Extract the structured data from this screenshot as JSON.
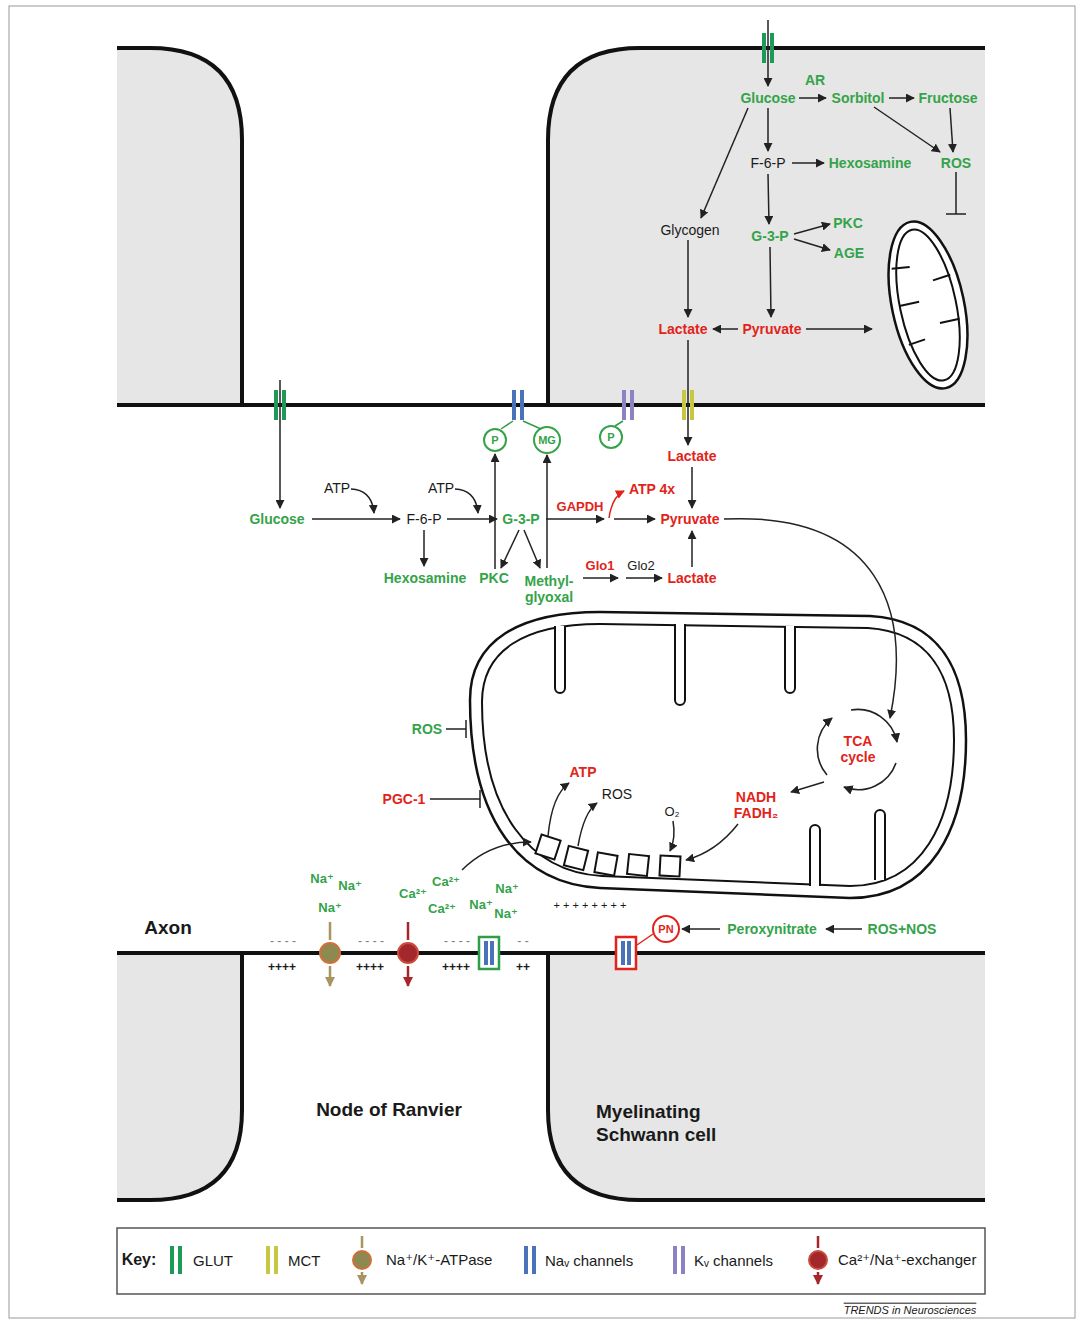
{
  "diagram": {
    "nodes": [
      {
        "text": [
          "Myelinating Schwann cell"
        ]
      },
      {
        "text": [
          "P"
        ]
      },
      {
        "text": [
          "MG"
        ]
      },
      {
        "text": [
          "P"
        ]
      },
      {
        "text": [
          "PN"
        ]
      }
    ],
    "labels": [
      "AR",
      "Glucose",
      "Sorbitol",
      "Fructose",
      "F-6-P",
      "Hexosamine",
      "ROS",
      "Glycogen",
      "G-3-P",
      "PKC",
      "AGE",
      "Lactate",
      "Pyruvate",
      "Lactate",
      "ATP",
      "ATP",
      "ATP 4x",
      "Glucose",
      "F-6-P",
      "G-3-P",
      "GAPDH",
      "Pyruvate",
      "Glo1",
      "Glo2",
      "Hexosamine",
      "PKC",
      "Methyl- glyoxal",
      "Lactate",
      "ROS",
      "TCA cycle",
      "ATP",
      "ROS",
      "PGC-1",
      "NADH FADH₂",
      "O₂",
      "Na⁺",
      "Na⁺",
      "Na⁺",
      "Ca²⁺",
      "Ca²⁺",
      "Ca²⁺",
      "Na⁺",
      "Na⁺",
      "Na⁺",
      "+ + + + + + + +",
      "Axon",
      "Peroxynitrate",
      "ROS+NOS",
      "- - - -",
      "- - - -",
      "- - - -",
      "- -",
      "++++",
      "++++",
      "++++",
      "++",
      "Node of Ranvier",
      "Key:",
      "TRENDS in Neurosciences"
    ],
    "legend": [
      {
        "text": "GLUT",
        "color": "#1e9a56"
      },
      {
        "text": "MCT",
        "color": "#c8c840"
      },
      {
        "text": "Na⁺/K⁺-ATPase"
      },
      {
        "text": "Naᵥ channels",
        "color": "#4a72b8"
      },
      {
        "text": "Kᵥ channels",
        "color": "#8d82c4"
      },
      {
        "text": "Ca²⁺/Na⁺-exchanger"
      }
    ]
  }
}
